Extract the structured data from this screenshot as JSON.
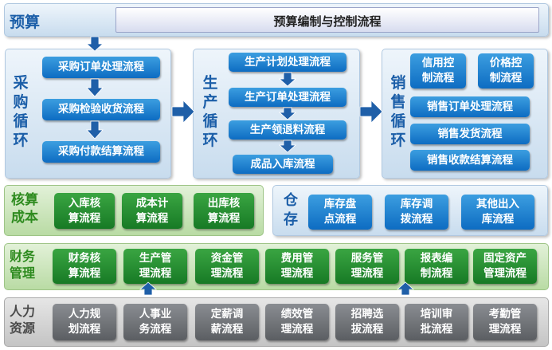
{
  "budget": {
    "label": "预算",
    "title": "预算编制与控制流程"
  },
  "purchase": {
    "label": "采购循环",
    "items": [
      "采购订单处理流程",
      "采购检验收货流程",
      "采购付款结算流程"
    ]
  },
  "production": {
    "label": "生产循环",
    "items": [
      "生产计划处理流程",
      "生产订单处理流程",
      "生产领退料流程",
      "成品入库流程"
    ]
  },
  "sales": {
    "label": "销售循环",
    "items": [
      "信用控\n制流程",
      "价格控\n制流程",
      "销售订单处理流程",
      "销售发货流程",
      "销售收款结算流程"
    ]
  },
  "cost": {
    "label": "核算\n成本",
    "items": [
      "入库核\n算流程",
      "成本计\n算流程",
      "出库核\n算流程"
    ]
  },
  "warehouse": {
    "label": "仓\n存",
    "items": [
      "库存盘\n点流程",
      "库存调\n拨流程",
      "其他出入\n库流程"
    ]
  },
  "finance": {
    "label": "财务\n管理",
    "items": [
      "财务核\n算流程",
      "生产管\n理流程",
      "资金管\n理流程",
      "费用管\n理流程",
      "服务管\n理流程",
      "报表编\n制流程",
      "固定资产\n管理流程"
    ]
  },
  "hr": {
    "label": "人力\n资源",
    "items": [
      "人力规\n划流程",
      "人事业\n务流程",
      "定薪调\n薪流程",
      "绩效管\n理流程",
      "招聘选\n拔流程",
      "培训审\n批流程",
      "考勤管\n理流程"
    ]
  },
  "colors": {
    "blue": "#1b5ea8",
    "green": "#2e8b1f",
    "gray": "#4a4a4a",
    "arrow": "#1f5fa8"
  }
}
